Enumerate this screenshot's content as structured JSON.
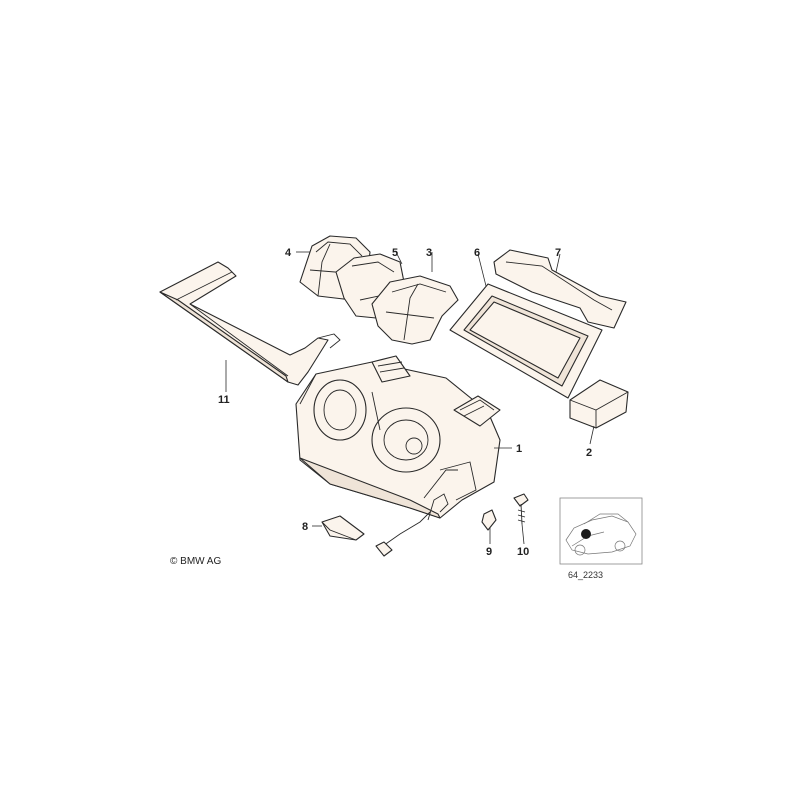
{
  "callouts": [
    "1",
    "2",
    "3",
    "4",
    "5",
    "6",
    "7",
    "8",
    "9",
    "10",
    "11"
  ],
  "copyright": "© BMW AG",
  "reference_code": "64_2233"
}
